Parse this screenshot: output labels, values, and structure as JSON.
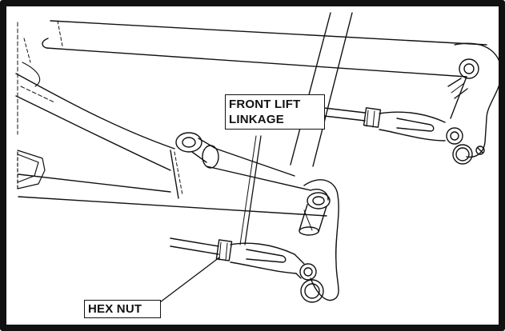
{
  "callouts": {
    "front_lift_linkage": {
      "line1": "FRONT LIFT",
      "line2": "LINKAGE"
    },
    "hex_nut": "HEX NUT"
  }
}
